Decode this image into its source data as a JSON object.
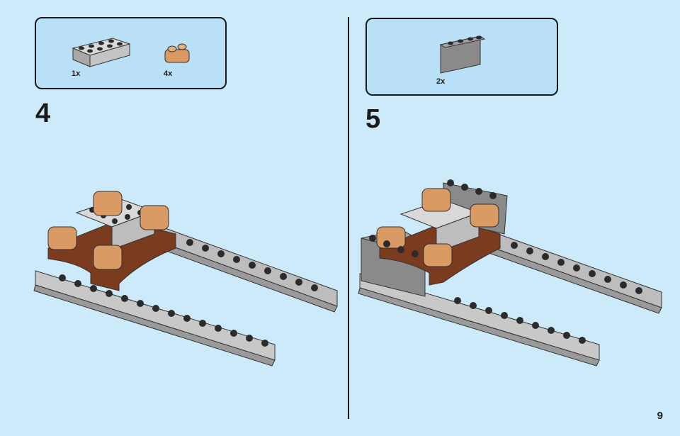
{
  "page": {
    "number": "9"
  },
  "steps": [
    {
      "number": "4",
      "parts": [
        {
          "qty": "1x",
          "icon": "light-gray-2x4-brick-icon",
          "color": "#bdbdbd"
        },
        {
          "qty": "4x",
          "icon": "nougat-round-brick-icon",
          "color": "#d99a64"
        }
      ]
    },
    {
      "number": "5",
      "parts": [
        {
          "qty": "2x",
          "icon": "dark-gray-panel-icon",
          "color": "#8a8a8a"
        }
      ]
    }
  ],
  "colors": {
    "background": "#cdeafa",
    "parts_box": "#b9e0f7",
    "plate_gray": "#bdbdbd",
    "dark_gray": "#8a8a8a",
    "nougat": "#d99a64",
    "reddish_brown": "#7a3b1e"
  }
}
